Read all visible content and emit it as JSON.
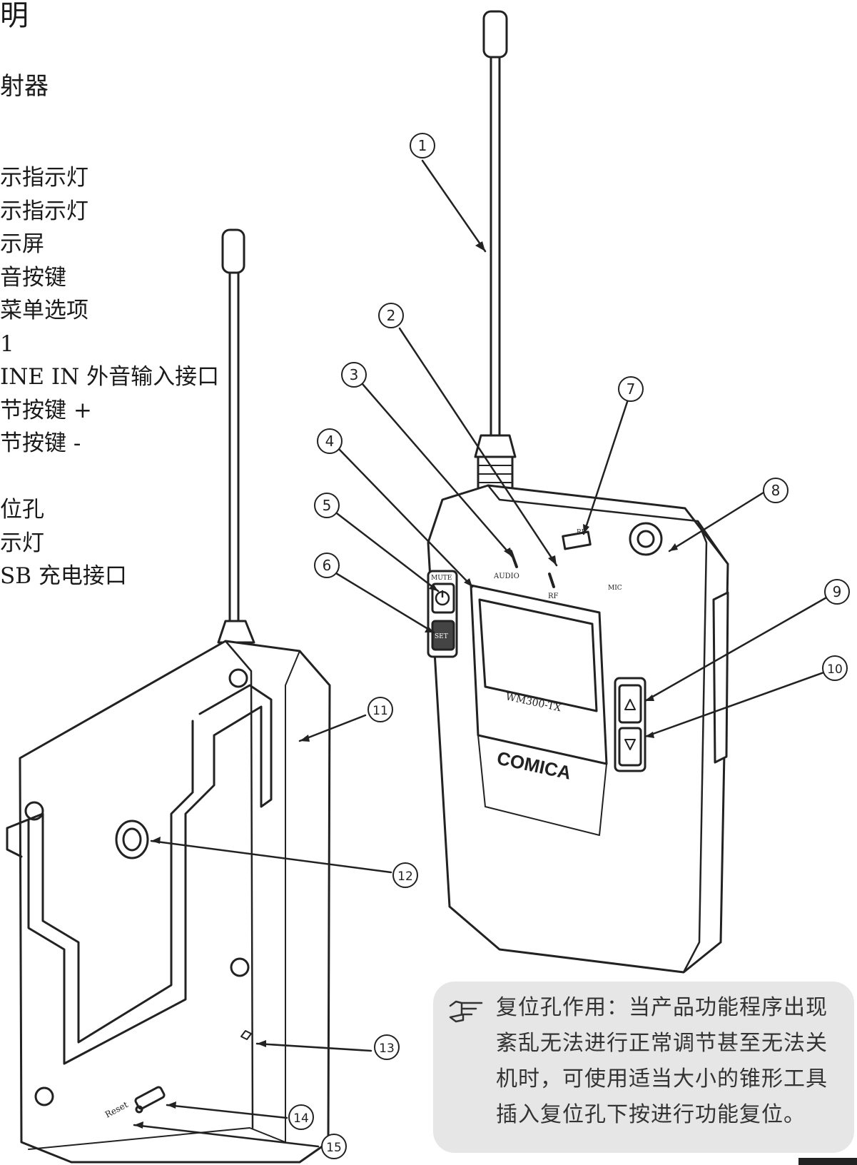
{
  "page": {
    "heading": "明",
    "subheading": "射器",
    "parts": [
      "示指示灯",
      "示指示灯",
      "示屏",
      "音按键",
      "菜单选项",
      "1",
      "INE IN 外音输入接口",
      "节按键 +",
      "节按键 -",
      "",
      "位孔",
      "示灯",
      "SB 充电接口"
    ]
  },
  "diagram": {
    "device_labels": {
      "model": "WM300-TX",
      "brand": "COMICA",
      "mute_power": "MUTE",
      "set_button": "SET",
      "audio": "AUDIO",
      "rf": "RF",
      "mic": "MIC",
      "reset": "Reset"
    },
    "callouts": [
      "1",
      "2",
      "3",
      "4",
      "5",
      "6",
      "7",
      "8",
      "9",
      "10",
      "11",
      "12",
      "13",
      "14",
      "15"
    ]
  },
  "note": {
    "text": "复位孔作用：当产品功能程序出现紊乱无法进行正常调节甚至无法关机时，可使用适当大小的锥形工具插入复位孔下按进行功能复位。",
    "icon": "pointing-hand-icon"
  }
}
